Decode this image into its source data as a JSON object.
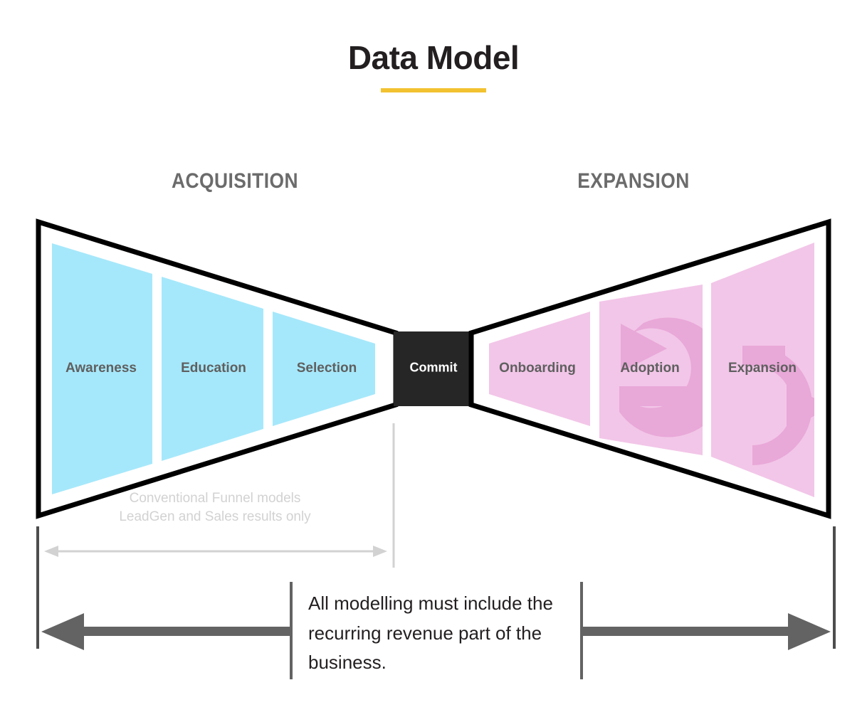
{
  "title": {
    "text": "Data Model",
    "accent_color": "#f2c230"
  },
  "headings": {
    "left": "ACQUISITION",
    "right": "EXPANSION"
  },
  "funnel": {
    "left_stages": [
      {
        "label": "Awareness"
      },
      {
        "label": "Education"
      },
      {
        "label": "Selection"
      }
    ],
    "center_stage": {
      "label": "Commit"
    },
    "right_stages": [
      {
        "label": "Onboarding"
      },
      {
        "label": "Adoption"
      },
      {
        "label": "Expansion"
      }
    ],
    "colors": {
      "left_fill": "#a6e8fb",
      "right_fill": "#f2c6e8",
      "center_fill": "#262626",
      "outline": "#000000",
      "loop_icon": "#e8a8d8"
    }
  },
  "annotations": {
    "soft_note": "Conventional Funnel models LeadGen and Sales results only",
    "main_caption": "All modelling must include the recurring revenue part of the business.",
    "soft_arrow_color": "#d2d2d2",
    "main_arrow_color": "#636363"
  },
  "icons": {
    "loop": "refresh-cycle-icon"
  }
}
